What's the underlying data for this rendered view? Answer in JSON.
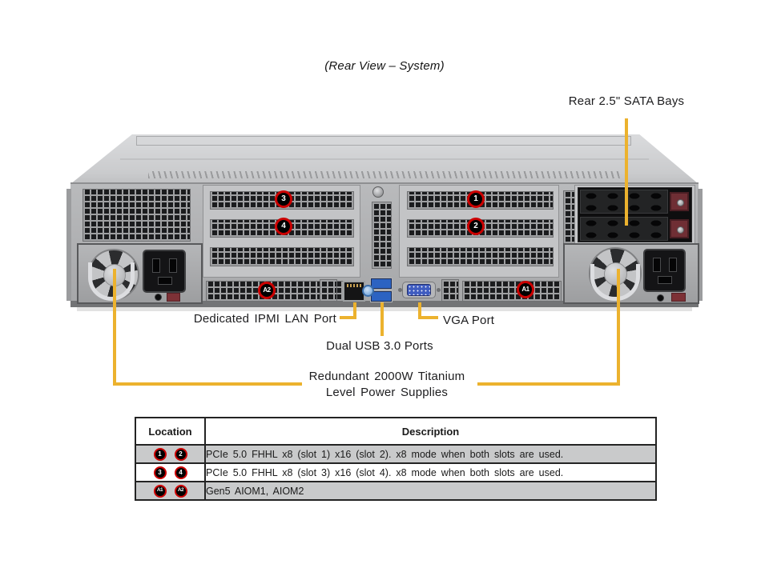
{
  "title": "(Rear View – System)",
  "colors": {
    "accent": "#ECB22E",
    "callout_ring": "#CC0000"
  },
  "diagram": {
    "labels": {
      "sata_bays": "Rear 2.5\" SATA Bays",
      "ipmi": "Dedicated IPMI LAN Port",
      "usb": "Dual USB 3.0 Ports",
      "vga": "VGA Port",
      "psu_line1": "Redundant 2000W Titanium",
      "psu_line2": "Level Power Supplies"
    },
    "callouts": {
      "slot1": "1",
      "slot2": "2",
      "slot3": "3",
      "slot4": "4",
      "aiom1": "A1",
      "aiom2": "A2"
    }
  },
  "table": {
    "headers": [
      "Location",
      "Description"
    ],
    "rows": [
      {
        "badges": [
          "1",
          "2"
        ],
        "description": "PCIe 5.0 FHHL x8 (slot 1) x16 (slot 2). x8 mode when both slots are used."
      },
      {
        "badges": [
          "3",
          "4"
        ],
        "description": "PCIe 5.0 FHHL x8 (slot 3) x16 (slot 4). x8 mode when both slots are used."
      },
      {
        "badges": [
          "A1",
          "A2"
        ],
        "description": "Gen5 AIOM1, AIOM2"
      }
    ]
  }
}
